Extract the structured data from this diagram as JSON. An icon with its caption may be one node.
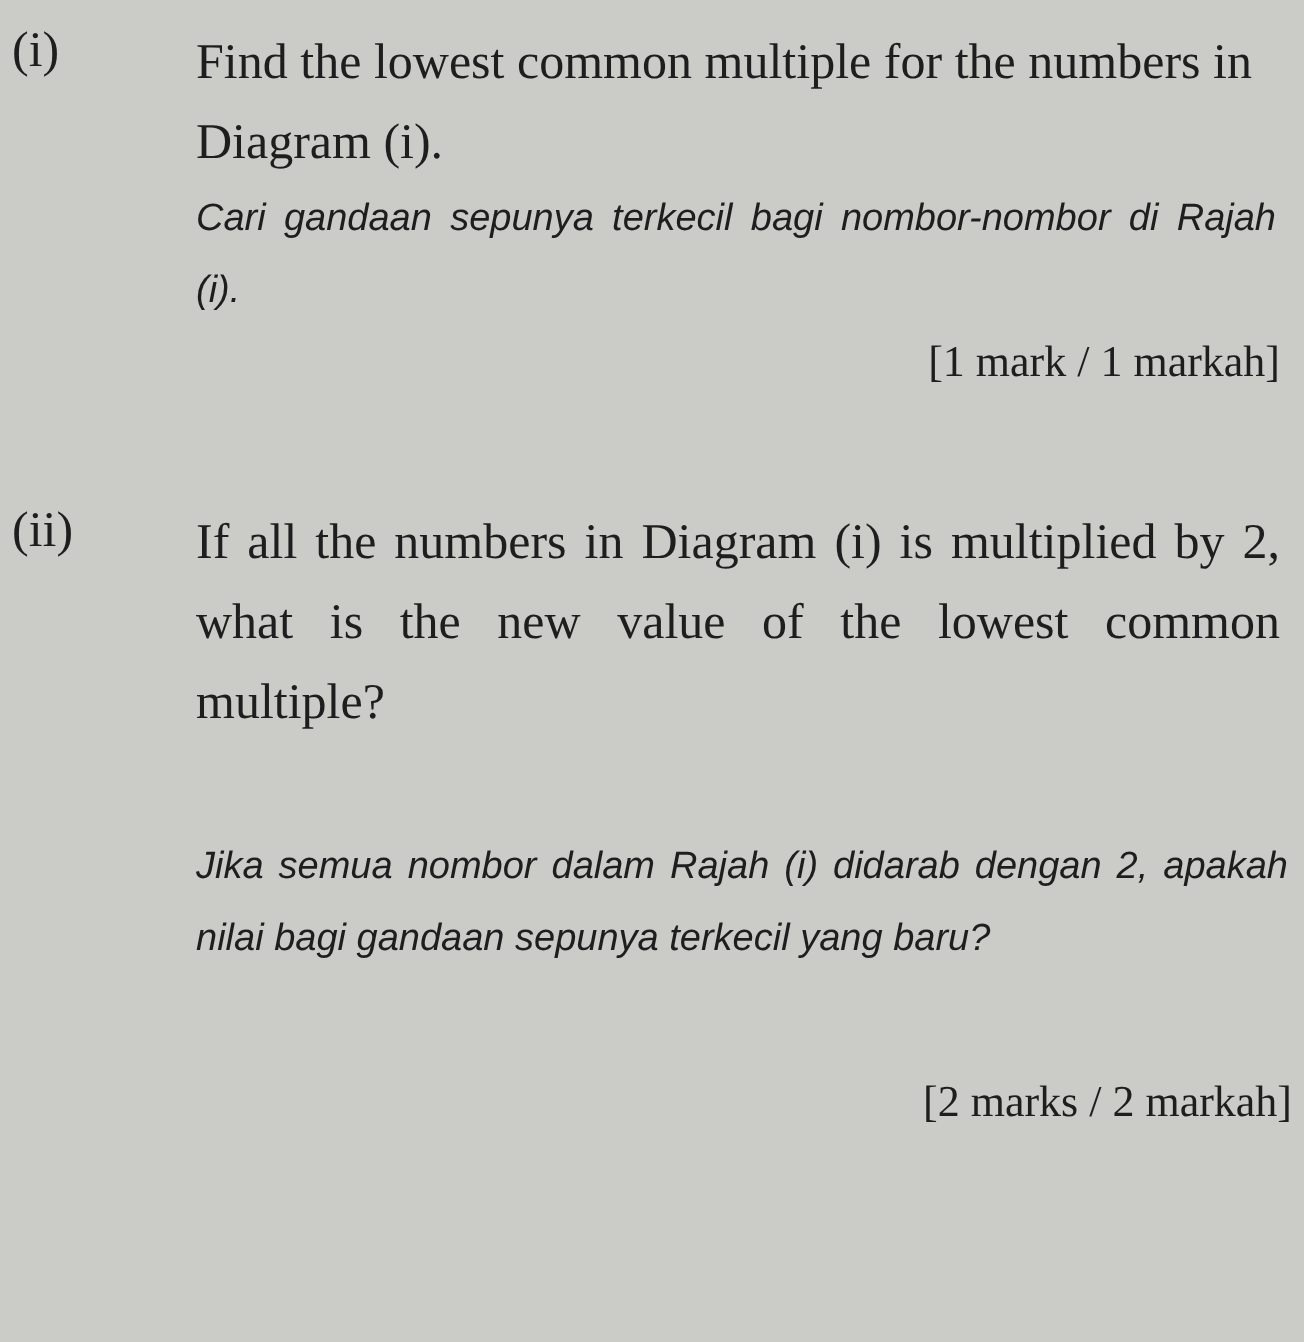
{
  "diagram": {
    "labels": [
      "(i)",
      "Find the lowest common multiple for the numbers in Diagram (i).",
      "Cari gandaan sepunya terkecil bagi nombor-nombor di Rajah (i).",
      "[1 mark / 1 markah]",
      "(ii)",
      "If all the numbers in Diagram (i) is multiplied by 2, what is the new value of the lowest common multiple?",
      "Jika semua nombor dalam Rajah (i) didarab dengan 2, apakah nilai bagi gandaan sepunya terkecil yang baru?",
      "[2 marks / 2 markah]"
    ]
  }
}
